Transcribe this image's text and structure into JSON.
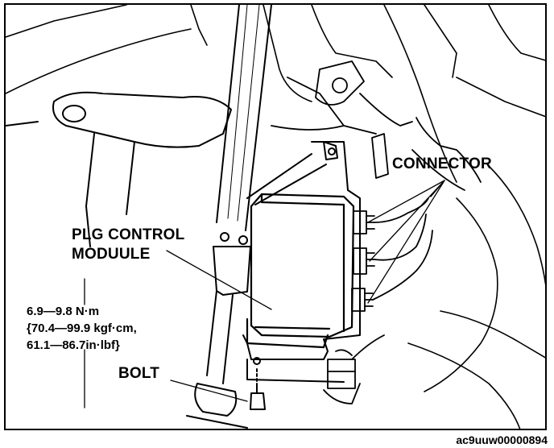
{
  "labels": {
    "connector": "CONNECTOR",
    "module_line1": "PLG CONTROL",
    "module_line2": "MODUULE",
    "torque_line1": "6.9—9.8 N·m",
    "torque_line2": "{70.4—99.9 kgf·cm,",
    "torque_line3": "61.1—86.7in·lbf}",
    "bolt": "BOLT"
  },
  "caption": "ac9uuw00000894",
  "colors": {
    "line": "#000000",
    "background": "#ffffff"
  }
}
